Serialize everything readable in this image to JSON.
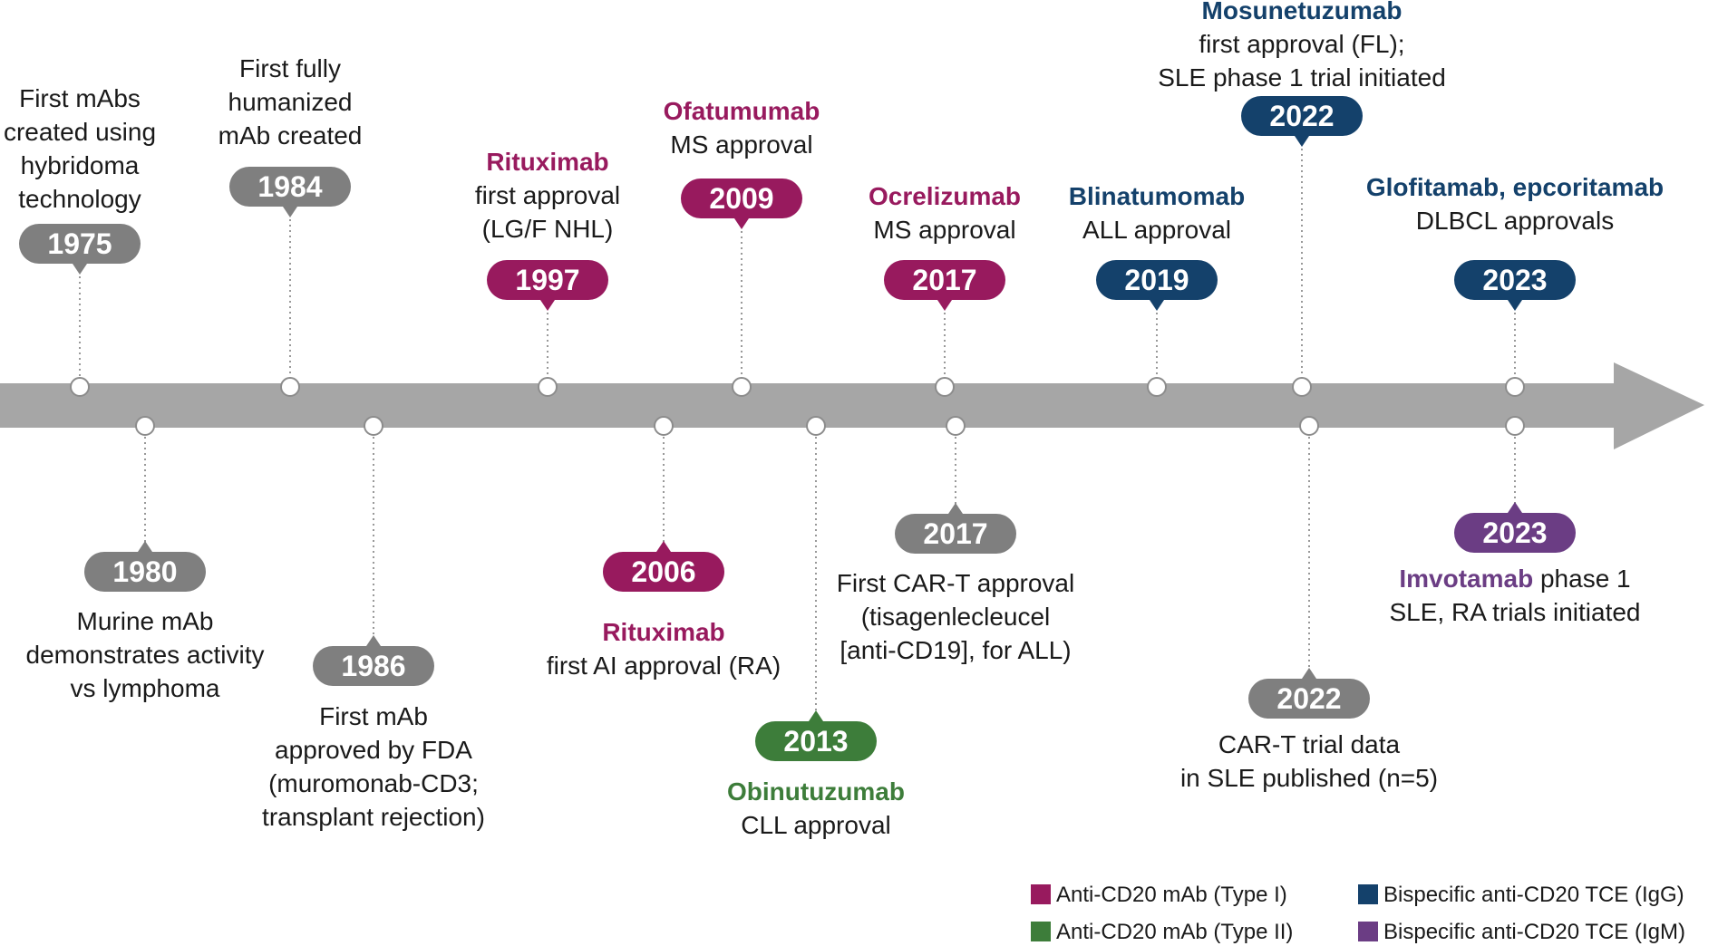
{
  "colors": {
    "arrow": "#a6a6a6",
    "gray": "#7f7f7f",
    "type1": "#981a5e",
    "type2": "#3d7d3a",
    "igg": "#14416b",
    "igm": "#6b3d84",
    "connector": "#999999"
  },
  "events": [
    {
      "year": "1975",
      "lines": [
        {
          "text": "First mAbs"
        },
        {
          "text": "created using"
        },
        {
          "text": "hybridoma"
        },
        {
          "text": "technology"
        }
      ]
    },
    {
      "year": "1984",
      "lines": [
        {
          "text": "First fully"
        },
        {
          "text": "humanized"
        },
        {
          "text": "mAb created"
        }
      ]
    },
    {
      "year": "1997",
      "lines": [
        {
          "text": "Rituximab",
          "drug": true
        },
        {
          "text": "first approval"
        },
        {
          "text": "(LG/F NHL)"
        }
      ]
    },
    {
      "year": "2009",
      "lines": [
        {
          "text": "Ofatumumab",
          "drug": true
        },
        {
          "text": "MS approval"
        }
      ]
    },
    {
      "year": "2017",
      "lines": [
        {
          "text": "Ocrelizumab",
          "drug": true
        },
        {
          "text": "MS approval"
        }
      ]
    },
    {
      "year": "2019",
      "lines": [
        {
          "text": "Blinatumomab",
          "drug": true
        },
        {
          "text": "ALL approval"
        }
      ]
    },
    {
      "year": "2022",
      "lines": [
        {
          "text": "Mosunetuzumab",
          "drug": true
        },
        {
          "text": "first approval (FL);"
        },
        {
          "text": "SLE phase 1 trial initiated"
        }
      ]
    },
    {
      "year": "2023",
      "lines": [
        {
          "text": "Glofitamab, epcoritamab",
          "drug": true
        },
        {
          "text": "DLBCL approvals"
        }
      ]
    },
    {
      "year": "1980",
      "lines": [
        {
          "text": "Murine mAb"
        },
        {
          "text": "demonstrates activity"
        },
        {
          "text": "vs lymphoma"
        }
      ]
    },
    {
      "year": "1986",
      "lines": [
        {
          "text": "First mAb"
        },
        {
          "text": "approved by FDA"
        },
        {
          "text": "(muromonab-CD3;"
        },
        {
          "text": "transplant rejection)"
        }
      ]
    },
    {
      "year": "2006",
      "lines": [
        {
          "text": "Rituximab",
          "drug": true
        },
        {
          "text": "first AI approval (RA)"
        }
      ]
    },
    {
      "year": "2013",
      "lines": [
        {
          "text": "Obinutuzumab",
          "drug": true
        },
        {
          "text": "CLL approval"
        }
      ]
    },
    {
      "year": "2017",
      "lines": [
        {
          "text": "First CAR-T approval"
        },
        {
          "text": "(tisagenlecleucel"
        },
        {
          "text": "[anti-CD19], for ALL)"
        }
      ]
    },
    {
      "year": "2022",
      "lines": [
        {
          "text": "CAR-T trial data"
        },
        {
          "text": "in SLE published (n=5)"
        }
      ]
    },
    {
      "year": "2023",
      "lines": [
        {
          "text": "Imvotamab",
          "drug": true,
          "suffix": " phase 1"
        },
        {
          "text": "SLE, RA trials initiated"
        }
      ]
    }
  ],
  "legend": [
    {
      "label": "Anti-CD20 mAb (Type I)",
      "color": "#981a5e"
    },
    {
      "label": "Anti-CD20 mAb (Type II)",
      "color": "#3d7d3a"
    },
    {
      "label": "Bispecific anti-CD20 TCE (IgG)",
      "color": "#14416b"
    },
    {
      "label": "Bispecific anti-CD20 TCE (IgM)",
      "color": "#6b3d84"
    }
  ]
}
